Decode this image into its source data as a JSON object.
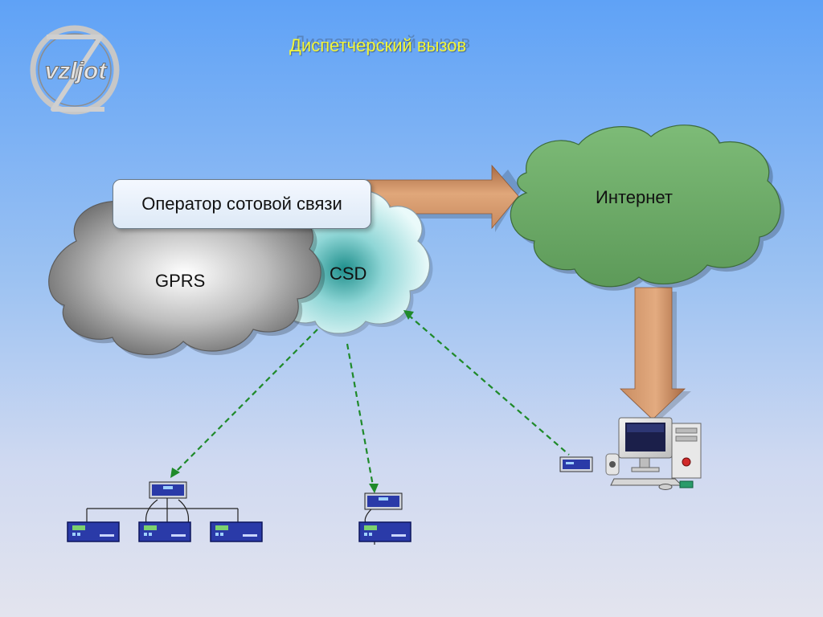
{
  "title": "Диспетчерский вызов",
  "operator_label": "Оператор сотовой связи",
  "clouds": {
    "gprs": "GPRS",
    "csd": "CSD",
    "internet": "Интернет"
  },
  "logo": {
    "text": "vzljot",
    "icon": "company-logo-icon"
  },
  "colors": {
    "background_top": "#5fa2f6",
    "background_bottom": "#e3e4ee",
    "title": "#f2f53a",
    "internet_cloud": "#6aa867",
    "gprs_cloud": "#9a9a9a",
    "csd_cloud": "#bfe8ea",
    "arrow": "#d99a6c",
    "dashed_link": "#1f8a2a",
    "device": "#2430a8"
  },
  "devices": [
    {
      "icon": "flow-meter-icon",
      "group": "left-cluster",
      "role": "hub"
    },
    {
      "icon": "flow-meter-icon",
      "group": "left-cluster"
    },
    {
      "icon": "flow-meter-icon",
      "group": "left-cluster"
    },
    {
      "icon": "flow-meter-icon",
      "group": "left-cluster"
    },
    {
      "icon": "flow-meter-icon",
      "group": "middle",
      "role": "modem"
    },
    {
      "icon": "flow-meter-icon",
      "group": "middle"
    },
    {
      "icon": "flow-meter-icon",
      "group": "right"
    },
    {
      "icon": "computer-icon",
      "group": "dispatcher"
    }
  ]
}
